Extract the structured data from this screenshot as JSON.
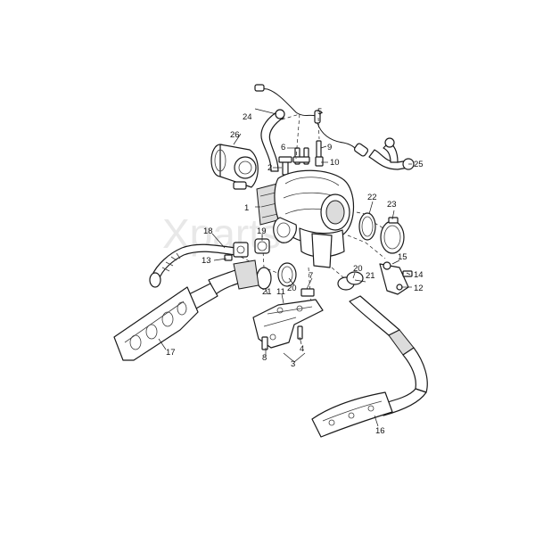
{
  "watermark": "Xparts",
  "callouts": {
    "c1": "1",
    "c2": "2",
    "c3": "3",
    "c4": "4",
    "c5": "5",
    "c6": "6",
    "c7": "7",
    "c8": "8",
    "c9": "9",
    "c10": "10",
    "c11": "11",
    "c12": "12",
    "c13": "13",
    "c14": "14",
    "c15": "15",
    "c16": "16",
    "c17": "17",
    "c18": "18",
    "c19": "19",
    "c20a": "20",
    "c20b": "20",
    "c21a": "21",
    "c21b": "21",
    "c22": "22",
    "c23": "23",
    "c24": "24",
    "c25": "25",
    "c26": "26"
  }
}
